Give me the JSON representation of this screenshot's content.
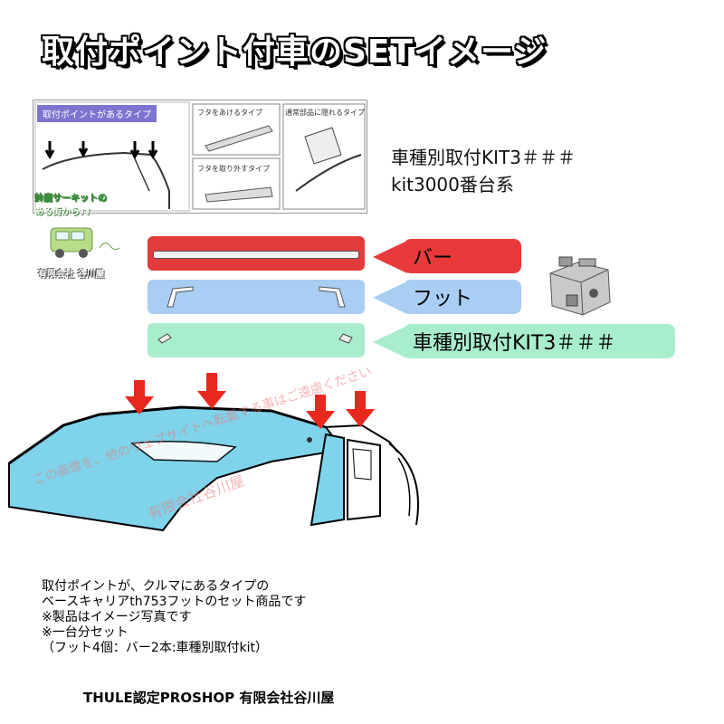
{
  "title": "取付ポイント付車のSETイメージ",
  "diagram": {
    "label_main": "取付ポイントがあるタイプ",
    "label_lid_open": "フタをあけるタイプ",
    "label_lid_remove": "フタを取り外すタイプ",
    "label_hidden": "通常部品に隠れるタイプ",
    "shop_badge_line1": "鈴鹿サーキットの",
    "shop_badge_line2": "ある街から♪♪",
    "shop_name": "有限会社 谷川屋"
  },
  "kit_info": {
    "line1": "車種別取付KIT3＃＃＃",
    "line2": "kit3000番台系"
  },
  "parts": [
    {
      "label": "バー",
      "color": "#e83a3a",
      "panel_color": "#e23b3b"
    },
    {
      "label": "フット",
      "color": "#a9cdf3",
      "panel_color": "#a9cdf3"
    },
    {
      "label": "車種別取付KIT3＃＃＃",
      "color": "#a8eecd",
      "panel_color": "#a8eecd"
    }
  ],
  "colors": {
    "red_arrow": "#e8281e",
    "car_fill": "#7fd3ea"
  },
  "watermark": {
    "line1": "有限会社谷川屋",
    "line2": "この画像を、他のウェブサイトへ転載する事はご遠慮ください"
  },
  "description": [
    "取付ポイントが、クルマにあるタイプの",
    "ベースキャリアth753フットのセット商品です",
    "※製品はイメージ写真です",
    "※一台分セット",
    "（フット4個：バー2本:車種別取付kit）"
  ],
  "footer": "THULE認定PROSHOP 有限会社谷川屋"
}
